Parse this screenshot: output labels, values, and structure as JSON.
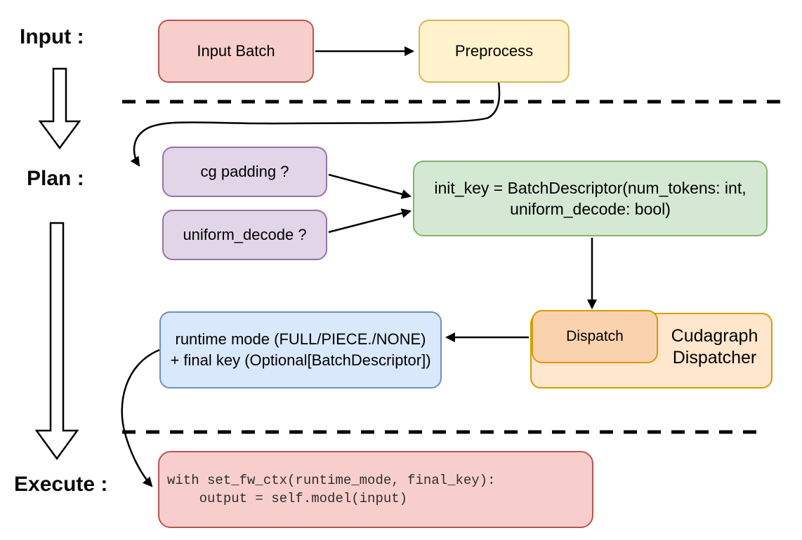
{
  "stage_labels": {
    "input": "Input :",
    "plan": "Plan :",
    "execute": "Execute :"
  },
  "nodes": {
    "input_batch": {
      "label": "Input Batch",
      "fill": "#f8cecc",
      "border": "#b85450"
    },
    "preprocess": {
      "label": "Preprocess",
      "fill": "#fff2cc",
      "border": "#d6b656"
    },
    "cg_padding": {
      "label": "cg padding ?",
      "fill": "#e1d5e7",
      "border": "#9673a6"
    },
    "uniform_decode": {
      "label": "uniform_decode ?",
      "fill": "#e1d5e7",
      "border": "#9673a6"
    },
    "init_key": {
      "line1": "init_key = BatchDescriptor(num_tokens: int,",
      "line2": "uniform_decode: bool)",
      "fill": "#d5e8d4",
      "border": "#82b366"
    },
    "dispatch": {
      "label": "Dispatch",
      "fill": "#fbd2ae",
      "border": "#d79b00"
    },
    "cudagraph_dispatcher": {
      "line1": "Cudagraph",
      "line2": "Dispatcher",
      "fill": "#ffe6cc",
      "border": "#d79b00"
    },
    "runtime_mode": {
      "line1": "runtime mode (FULL/PIECE./NONE)",
      "line2": "+ final key (Optional[BatchDescriptor])",
      "fill": "#dae8fc",
      "border": "#6c8ebf"
    },
    "execute_code": {
      "line1": "with set_fw_ctx(runtime_mode, final_key):",
      "line2": "    output = self.model(input)",
      "fill": "#f8cecc",
      "border": "#b85450"
    }
  },
  "connector_color": "#000000",
  "divider_color": "#000000"
}
